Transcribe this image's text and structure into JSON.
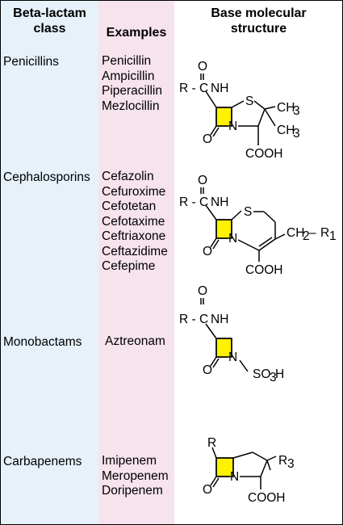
{
  "headers": {
    "class_line1": "Beta-lactam",
    "class_line2": "class",
    "examples": "Examples",
    "structure_line1": "Base molecular",
    "structure_line2": "structure"
  },
  "rows": [
    {
      "class": "Penicillins",
      "examples": [
        "Penicillin",
        "Ampicillin",
        "Piperacillin",
        "Mezlocillin"
      ],
      "structure": {
        "o": "O",
        "side": "R - C",
        "nh": "NH",
        "s": "S",
        "ch3_a": "CH",
        "ch3_b": "CH",
        "sub3": "3",
        "n": "N",
        "o_ring": "O",
        "acid": "COOH"
      }
    },
    {
      "class": "Cephalosporins",
      "examples": [
        "Cefazolin",
        "Cefuroxime",
        "Cefotetan",
        "Cefotaxime",
        "Ceftriaxone",
        "Ceftazidime",
        "Cefepime"
      ],
      "structure": {
        "o": "O",
        "side": "R - C",
        "nh": "NH",
        "s": "S",
        "n": "N",
        "o_ring": "O",
        "acid": "COOH",
        "ch2": "CH",
        "sub2": "2",
        "dash": "–",
        "r1": "R",
        "sub1": "1"
      }
    },
    {
      "class": "Monobactams",
      "examples": [
        "Aztreonam"
      ],
      "structure": {
        "o": "O",
        "side": "R - C",
        "nh": "NH",
        "n": "N",
        "o_ring": "O",
        "so3h": "SO",
        "sub3": "3",
        "h": "H"
      }
    },
    {
      "class": "Carbapenems",
      "examples": [
        "Imipenem",
        "Meropenem",
        "Doripenem"
      ],
      "structure": {
        "r": "R",
        "r3": "R",
        "sub3": "3",
        "n": "N",
        "o_ring": "O",
        "acid": "COOH"
      }
    }
  ],
  "colors": {
    "class_column": "#e6f1fa",
    "examples_column": "#f6e3ee",
    "ring_fill": "#fff200"
  }
}
